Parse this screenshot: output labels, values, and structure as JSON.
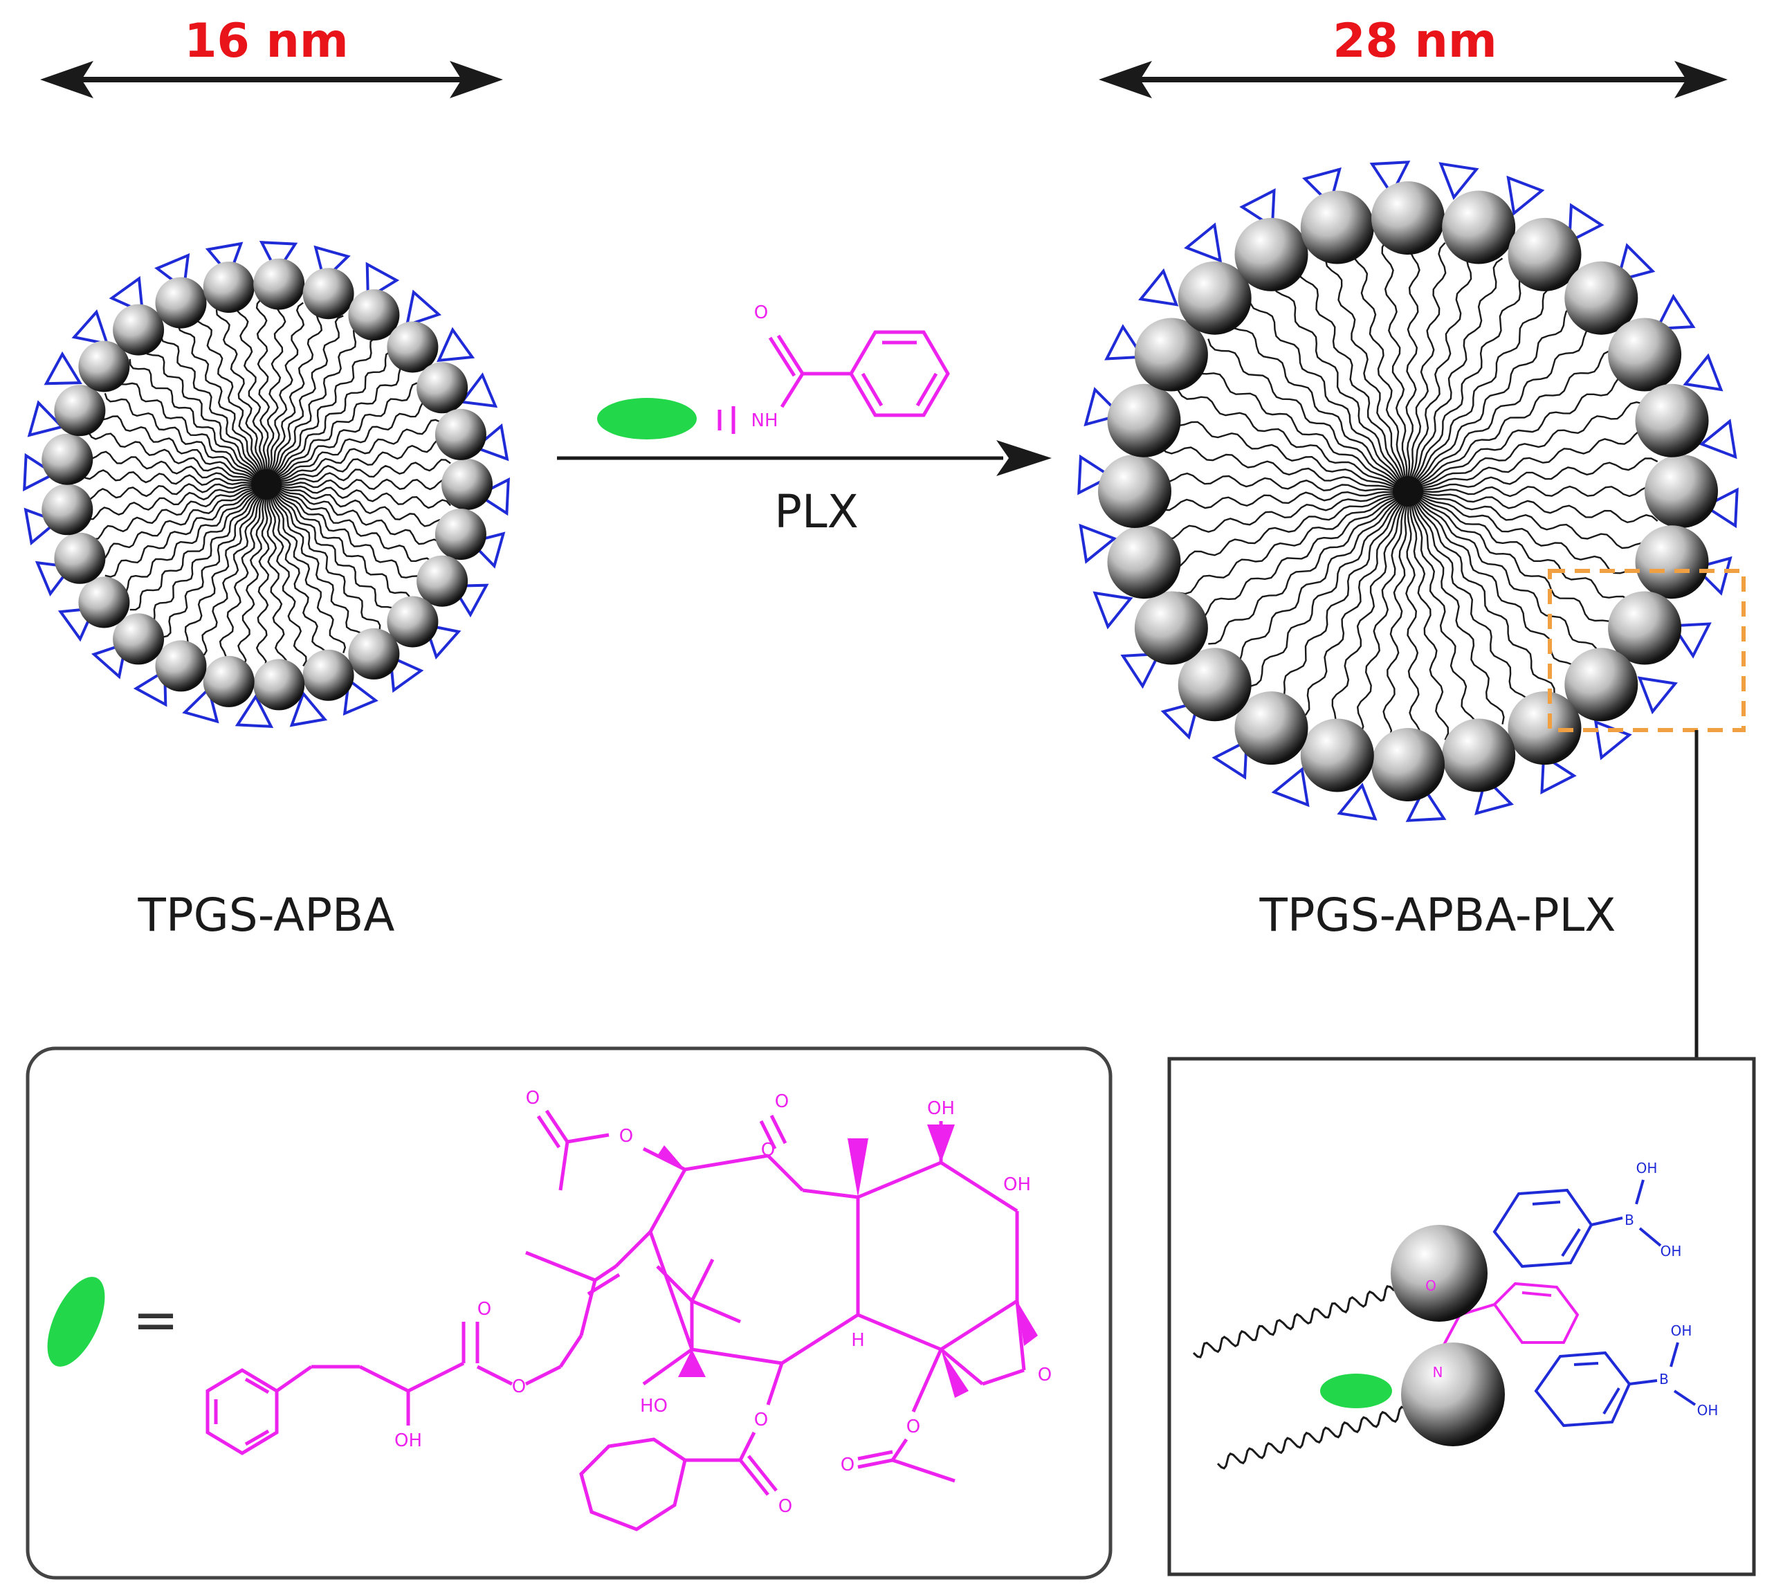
{
  "sizes": {
    "left": "16 nm",
    "right": "28 nm"
  },
  "labels": {
    "left_micelle": "TPGS-APBA",
    "right_micelle": "TPGS-APBA-PLX",
    "reaction": "PLX"
  },
  "legend": {
    "equals": "="
  },
  "chem": {
    "amide_o": "O",
    "amide_nh": "NH",
    "oh1": "OH",
    "oh2": "OH",
    "ho": "HO",
    "h": "H",
    "o_ring": "O",
    "ester_o1": "O",
    "ester_o2": "O",
    "ester_o3": "O",
    "ester_o4": "O",
    "ester_o5": "O",
    "ester_o6": "O",
    "ester_o7": "O",
    "ketone_o": "O",
    "side_o1": "O",
    "side_o2": "O",
    "side_oh": "OH"
  },
  "inset": {
    "b1": "B",
    "b1_oh1": "OH",
    "b1_oh2": "OH",
    "b2": "B",
    "b2_oh1": "OH",
    "b2_oh2": "OH",
    "o": "O",
    "n": "N"
  },
  "colors": {
    "size_label": "#e8141a",
    "arrow": "#1a1a1a",
    "ligand": "#1f2bd6",
    "drug": "#ee22ee",
    "green": "#22d84a",
    "dashed_box": "#f0a040"
  }
}
